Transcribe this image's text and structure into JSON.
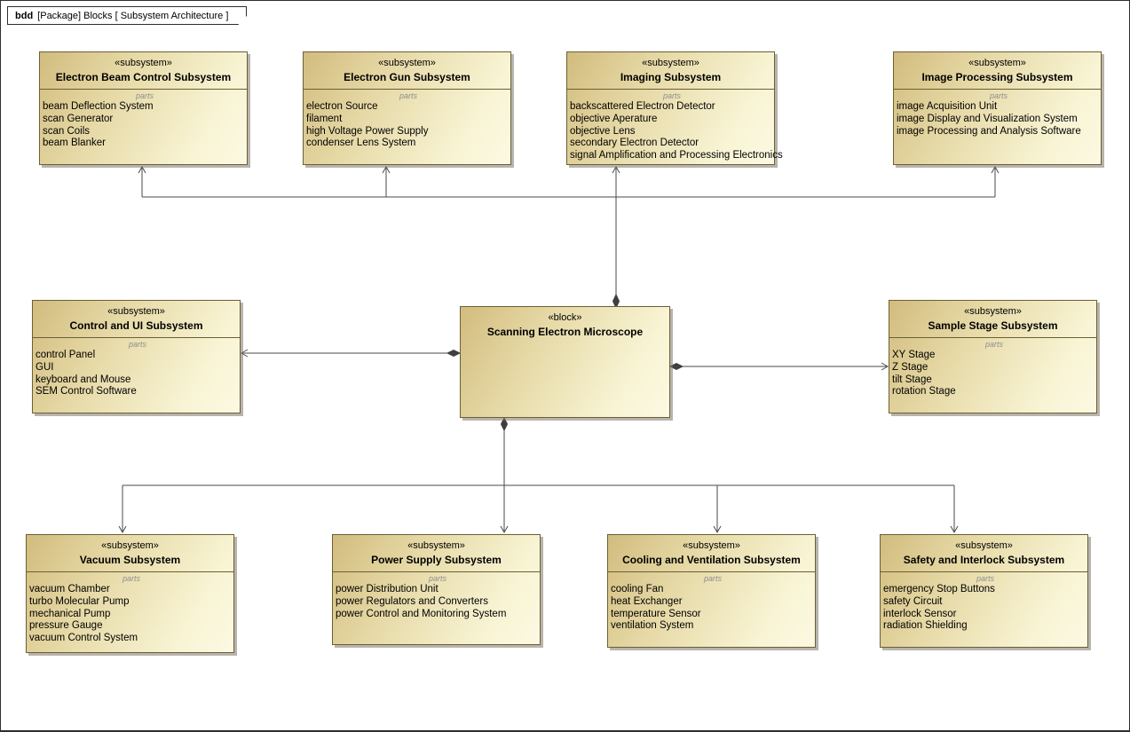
{
  "frame": {
    "kind": "bdd",
    "title": "[Package] Blocks [ Subsystem Architecture ]"
  },
  "compartment_label": "parts",
  "colors": {
    "block_fill_dark": "#d2bc7e",
    "block_fill_light": "#fcf9e3",
    "block_border": "#6b5f33",
    "connector": "#4a4a4a",
    "parts_label": "#8f8f8f",
    "frame_border": "#2e2e2e"
  },
  "blocks": [
    {
      "id": "electron-beam-control",
      "stereotype": "«subsystem»",
      "name": "Electron Beam Control Subsystem",
      "parts_label": "parts",
      "parts": [
        "beam Deflection System",
        "scan Generator",
        "scan Coils",
        "beam Blanker"
      ]
    },
    {
      "id": "electron-gun",
      "stereotype": "«subsystem»",
      "name": "Electron Gun Subsystem",
      "parts_label": "parts",
      "parts": [
        "electron Source",
        "filament",
        "high Voltage Power Supply",
        "condenser Lens System"
      ]
    },
    {
      "id": "imaging",
      "stereotype": "«subsystem»",
      "name": "Imaging Subsystem",
      "parts_label": "parts",
      "parts": [
        "backscattered Electron Detector",
        "objective Aperature",
        "objective Lens",
        "secondary Electron Detector",
        "signal Amplification and Processing Electronics"
      ]
    },
    {
      "id": "image-processing",
      "stereotype": "«subsystem»",
      "name": "Image Processing Subsystem",
      "parts_label": "parts",
      "parts": [
        "image Acquisition Unit",
        "image Display and Visualization System",
        "image Processing and Analysis Software"
      ]
    },
    {
      "id": "control-ui",
      "stereotype": "«subsystem»",
      "name": "Control and UI Subsystem",
      "parts_label": "parts",
      "parts": [
        "control Panel",
        "GUI",
        "keyboard and Mouse",
        "SEM Control Software"
      ]
    },
    {
      "id": "sem",
      "stereotype": "«block»",
      "name": "Scanning Electron Microscope",
      "parts_label": "",
      "parts": []
    },
    {
      "id": "sample-stage",
      "stereotype": "«subsystem»",
      "name": "Sample Stage Subsystem",
      "parts_label": "parts",
      "parts": [
        "XY Stage",
        "Z Stage",
        "tilt Stage",
        "rotation Stage"
      ]
    },
    {
      "id": "vacuum",
      "stereotype": "«subsystem»",
      "name": "Vacuum Subsystem",
      "parts_label": "parts",
      "parts": [
        "vacuum Chamber",
        "turbo Molecular Pump",
        "mechanical Pump",
        "pressure Gauge",
        "vacuum Control System"
      ]
    },
    {
      "id": "power-supply",
      "stereotype": "«subsystem»",
      "name": "Power Supply Subsystem",
      "parts_label": "parts",
      "parts": [
        "power Distribution Unit",
        "power Regulators and Converters",
        "power Control and Monitoring System"
      ]
    },
    {
      "id": "cooling-ventilation",
      "stereotype": "«subsystem»",
      "name": "Cooling and Ventilation Subsystem",
      "parts_label": "parts",
      "parts": [
        "cooling Fan",
        "heat Exchanger",
        "temperature Sensor",
        "ventilation System"
      ]
    },
    {
      "id": "safety-interlock",
      "stereotype": "«subsystem»",
      "name": "Safety and Interlock Subsystem",
      "parts_label": "parts",
      "parts": [
        "emergency Stop Buttons",
        "safety Circuit",
        "interlock Sensor",
        "radiation Shielding"
      ]
    }
  ],
  "connections": [
    {
      "from": "Scanning Electron Microscope",
      "to": "Electron Beam Control Subsystem",
      "type": "composition"
    },
    {
      "from": "Scanning Electron Microscope",
      "to": "Electron Gun Subsystem",
      "type": "composition"
    },
    {
      "from": "Scanning Electron Microscope",
      "to": "Imaging Subsystem",
      "type": "composition"
    },
    {
      "from": "Scanning Electron Microscope",
      "to": "Image Processing Subsystem",
      "type": "composition"
    },
    {
      "from": "Scanning Electron Microscope",
      "to": "Control and UI Subsystem",
      "type": "composition"
    },
    {
      "from": "Scanning Electron Microscope",
      "to": "Sample Stage Subsystem",
      "type": "composition"
    },
    {
      "from": "Scanning Electron Microscope",
      "to": "Vacuum Subsystem",
      "type": "composition"
    },
    {
      "from": "Scanning Electron Microscope",
      "to": "Power Supply Subsystem",
      "type": "composition"
    },
    {
      "from": "Scanning Electron Microscope",
      "to": "Cooling and Ventilation Subsystem",
      "type": "composition"
    },
    {
      "from": "Scanning Electron Microscope",
      "to": "Safety and Interlock Subsystem",
      "type": "composition"
    }
  ]
}
